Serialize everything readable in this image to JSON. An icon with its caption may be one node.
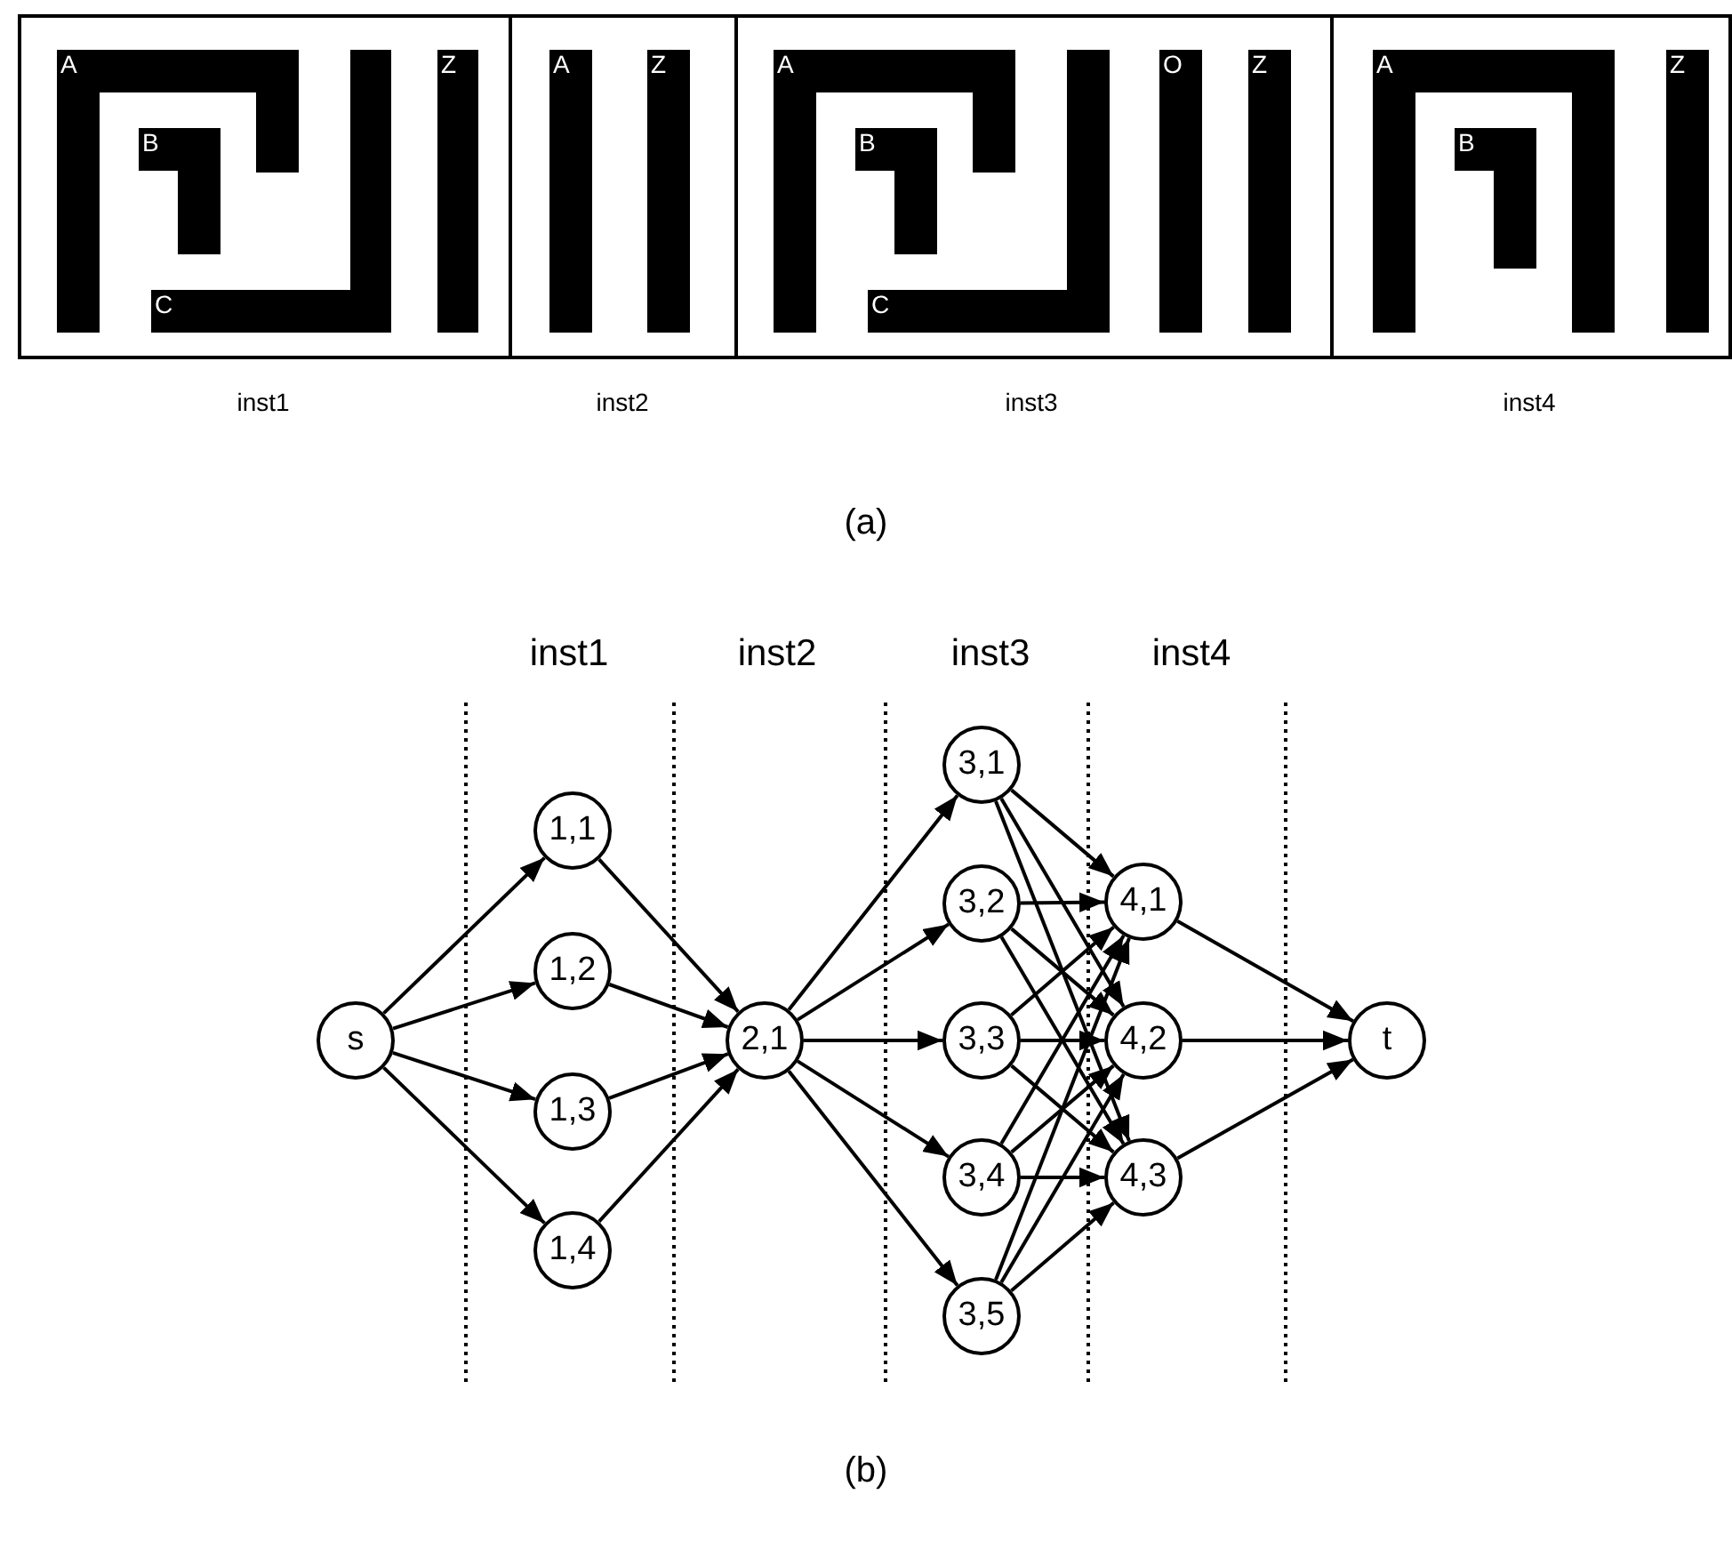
{
  "diagram": {
    "nodes": [
      {
        "text": [],
        "shape": "box",
        "beside": [
          "inst1"
        ]
      },
      {
        "text": [
          "A"
        ],
        "in": 0
      },
      {
        "text": [
          "B"
        ],
        "in": 0
      },
      {
        "text": [
          "C"
        ],
        "in": 0
      },
      {
        "text": [
          "Z"
        ],
        "in": 0
      },
      {
        "text": [],
        "shape": "box",
        "beside": [
          "inst2"
        ]
      },
      {
        "text": [
          "A"
        ],
        "in": 5
      },
      {
        "text": [
          "Z"
        ],
        "in": 5
      },
      {
        "text": [],
        "shape": "box",
        "beside": [
          "inst3"
        ]
      },
      {
        "text": [
          "A"
        ],
        "in": 8
      },
      {
        "text": [
          "B"
        ],
        "in": 8
      },
      {
        "text": [
          "C"
        ],
        "in": 8
      },
      {
        "text": [
          "O"
        ],
        "in": 8
      },
      {
        "text": [
          "Z"
        ],
        "in": 8
      },
      {
        "text": [],
        "shape": "box",
        "beside": [
          "inst4"
        ]
      },
      {
        "text": [
          "A"
        ],
        "in": 14
      },
      {
        "text": [
          "B"
        ],
        "in": 14
      },
      {
        "text": [
          "Z"
        ],
        "in": 14
      },
      {
        "text": [
          "s"
        ]
      },
      {
        "text": [
          "1,1"
        ]
      },
      {
        "text": [
          "1,2"
        ]
      },
      {
        "text": [
          "1,3"
        ]
      },
      {
        "text": [
          "1,4"
        ]
      },
      {
        "text": [
          "2,1"
        ]
      },
      {
        "text": [
          "3,1"
        ]
      },
      {
        "text": [
          "3,2"
        ]
      },
      {
        "text": [
          "3,3"
        ]
      },
      {
        "text": [
          "3,4"
        ]
      },
      {
        "text": [
          "3,5"
        ]
      },
      {
        "text": [
          "4,1"
        ]
      },
      {
        "text": [
          "4,2"
        ]
      },
      {
        "text": [
          "4,3"
        ]
      },
      {
        "text": [
          "t"
        ]
      }
    ],
    "edges": [
      {
        "from": 18,
        "to": 19,
        "arrow": "to"
      },
      {
        "from": 18,
        "to": 20,
        "arrow": "to"
      },
      {
        "from": 18,
        "to": 21,
        "arrow": "to"
      },
      {
        "from": 18,
        "to": 22,
        "arrow": "to"
      },
      {
        "from": 19,
        "to": 23,
        "arrow": "to"
      },
      {
        "from": 20,
        "to": 23,
        "arrow": "to"
      },
      {
        "from": 21,
        "to": 23,
        "arrow": "to"
      },
      {
        "from": 22,
        "to": 23,
        "arrow": "to"
      },
      {
        "from": 23,
        "to": 24,
        "arrow": "to"
      },
      {
        "from": 23,
        "to": 25,
        "arrow": "to"
      },
      {
        "from": 23,
        "to": 26,
        "arrow": "to"
      },
      {
        "from": 23,
        "to": 27,
        "arrow": "to"
      },
      {
        "from": 23,
        "to": 28,
        "arrow": "to"
      },
      {
        "from": 24,
        "to": 29,
        "arrow": "to"
      },
      {
        "from": 24,
        "to": 30,
        "arrow": "to"
      },
      {
        "from": 24,
        "to": 31,
        "arrow": "to"
      },
      {
        "from": 25,
        "to": 29,
        "arrow": "to"
      },
      {
        "from": 25,
        "to": 30,
        "arrow": "to"
      },
      {
        "from": 25,
        "to": 31,
        "arrow": "to"
      },
      {
        "from": 26,
        "to": 29,
        "arrow": "to"
      },
      {
        "from": 26,
        "to": 30,
        "arrow": "to"
      },
      {
        "from": 26,
        "to": 31,
        "arrow": "to"
      },
      {
        "from": 27,
        "to": 29,
        "arrow": "to"
      },
      {
        "from": 27,
        "to": 30,
        "arrow": "to"
      },
      {
        "from": 27,
        "to": 31,
        "arrow": "to"
      },
      {
        "from": 28,
        "to": 29,
        "arrow": "to"
      },
      {
        "from": 28,
        "to": 30,
        "arrow": "to"
      },
      {
        "from": 28,
        "to": 31,
        "arrow": "to"
      },
      {
        "from": 29,
        "to": 32,
        "arrow": "to"
      },
      {
        "from": 30,
        "to": 32,
        "arrow": "to"
      },
      {
        "from": 31,
        "to": 32,
        "arrow": "to"
      }
    ],
    "labels": [
      "(a)",
      "inst1",
      "inst2",
      "inst3",
      "inst4",
      "(b)"
    ]
  }
}
